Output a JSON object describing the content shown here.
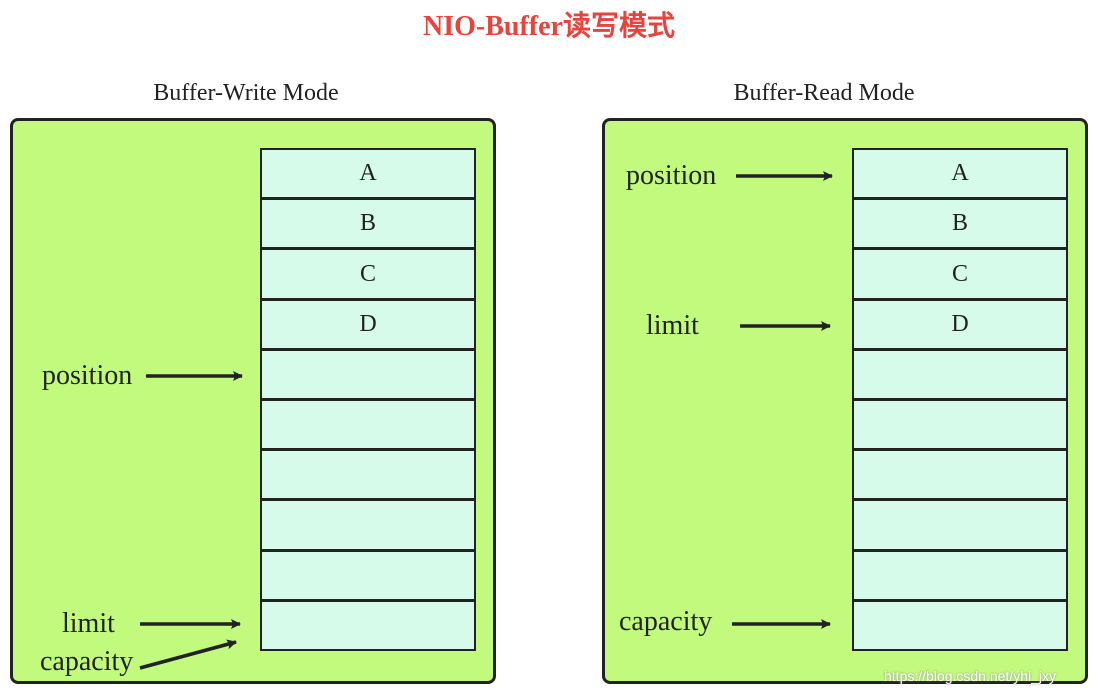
{
  "title": "NIO-Buffer读写模式",
  "colors": {
    "title": "#e8433d",
    "panel_background": "#c2fa7d",
    "cell_background": "#d6fbea",
    "stroke": "#222222"
  },
  "write_mode": {
    "heading": "Buffer-Write Mode",
    "cells": [
      "A",
      "B",
      "C",
      "D",
      "",
      "",
      "",
      "",
      "",
      ""
    ],
    "labels": {
      "position": "position",
      "limit": "limit",
      "capacity": "capacity"
    }
  },
  "read_mode": {
    "heading": "Buffer-Read Mode",
    "cells": [
      "A",
      "B",
      "C",
      "D",
      "",
      "",
      "",
      "",
      "",
      ""
    ],
    "labels": {
      "position": "position",
      "limit": "limit",
      "capacity": "capacity"
    }
  },
  "watermark": "https://blog.csdn.net/yhl_jxy"
}
